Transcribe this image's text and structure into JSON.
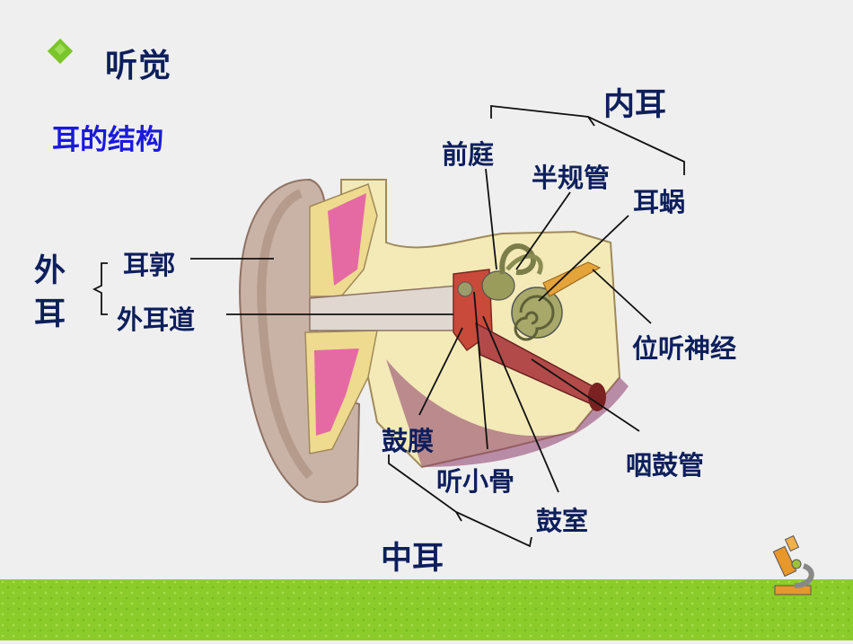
{
  "slide": {
    "title": "听觉",
    "subtitle": "耳的结构",
    "colors": {
      "title": "#0d1f5c",
      "subtitle": "#1a1adb",
      "bullet": "#7ac52a",
      "ground": "#8ccc2a"
    },
    "icons": [
      "diamond-bullet-icon",
      "microscope-icon"
    ]
  },
  "diagram": {
    "groups": {
      "outer_ear": "外耳",
      "middle_ear": "中耳",
      "inner_ear": "内耳"
    },
    "labels": {
      "auricle": "耳郭",
      "ear_canal": "外耳道",
      "vestibule": "前庭",
      "semicircular_canals": "半规管",
      "cochlea": "耳蜗",
      "vestibulocochlear_nerve": "位听神经",
      "eardrum": "鼓膜",
      "ossicles": "听小骨",
      "tympanic_cavity": "鼓室",
      "eustachian_tube": "咽鼓管"
    }
  }
}
